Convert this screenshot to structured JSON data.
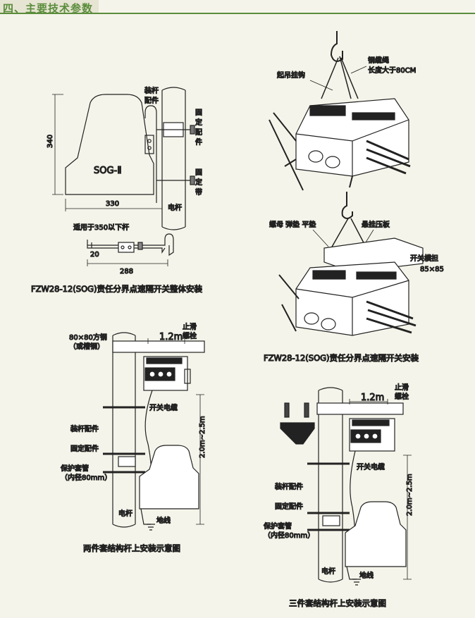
{
  "header": {
    "title": "四、主要技术参数"
  },
  "fig1": {
    "dim_height": "340",
    "dim_width": "330",
    "model": "SOG-Ⅱ",
    "label_pole_fitting": "装杆配件",
    "label_fixing_fitting": "固定配件",
    "label_fixing_band": "固定带",
    "label_pole": "电杆",
    "note": "适用于350以下杆",
    "dim_20": "20",
    "dim_288": "288",
    "caption": "FZW28-12(SOG)责任分界点速隔开关整体安装"
  },
  "fig2": {
    "label_hook": "起吊挂钩",
    "label_rope": "钢缆绳",
    "label_rope_len": "长度大于80CM",
    "label_nut": "螺母 弹垫 平垫",
    "label_plate": "悬挂压板",
    "label_arm": "开关横担",
    "label_arm_size": "85×85",
    "caption": "FZW28-12(SOG)责任分界点速隔开关安装"
  },
  "fig3": {
    "label_steel": "80×80方钢",
    "label_channel": "（或槽钢）",
    "dim_span": "1.2m",
    "label_stop_bolt": "止滑螺栓",
    "label_cable": "开关电缆",
    "label_pole_fitting": "装杆配件",
    "label_fixing": "固定配件",
    "label_tube": "保护套管",
    "label_tube_dia": "（内径80mm）",
    "dim_height": "2.0m~2.5m",
    "label_pole": "电杆",
    "label_ground": "地线",
    "caption": "两件套结构杆上安装示意图"
  },
  "fig4": {
    "dim_span": "1.2m",
    "label_stop_bolt": "止滑螺栓",
    "label_cable": "开关电缆",
    "label_pole_fitting": "装杆配件",
    "label_fixing": "固定配件",
    "label_tube": "保护套管",
    "label_tube_dia": "（内径80mm）",
    "dim_height": "2.0m~2.5m",
    "label_pole": "电杆",
    "label_ground": "地线",
    "caption": "三件套结构杆上安装示意图"
  }
}
